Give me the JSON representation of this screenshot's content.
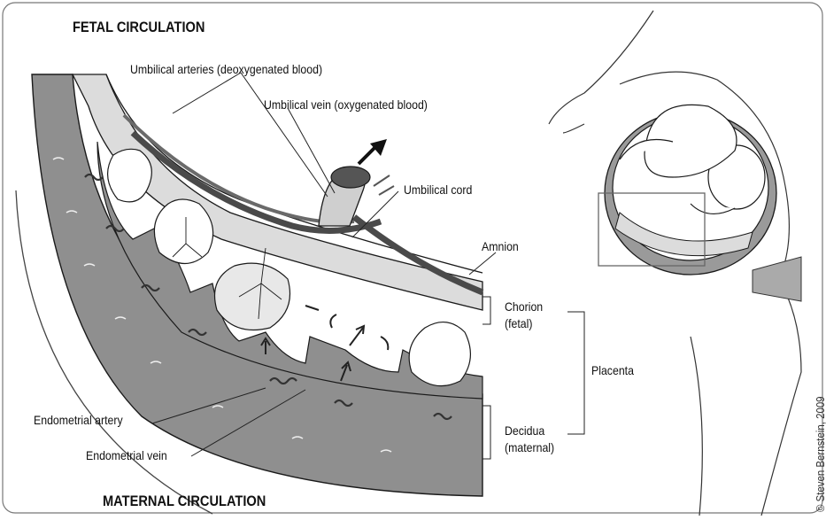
{
  "headings": {
    "fetal": "FETAL CIRCULATION",
    "maternal": "MATERNAL CIRCULATION"
  },
  "labels": {
    "umbilical_arteries": "Umbilical arteries (deoxygenated blood)",
    "umbilical_vein": "Umbilical vein (oxygenated blood)",
    "umbilical_cord": "Umbilical cord",
    "amnion": "Amnion",
    "chorion_line1": "Chorion",
    "chorion_line2": "(fetal)",
    "placenta": "Placenta",
    "decidua_line1": "Decidua",
    "decidua_line2": "(maternal)",
    "endometrial_artery": "Endometrial artery",
    "endometrial_vein": "Endometrial vein"
  },
  "copyright": "© Steven Bernstein, 2009",
  "colors": {
    "decidua_gray": "#8f8f8f",
    "chorion_light": "#dcdcdc",
    "vessel_dark": "#4a4a4a",
    "outline": "#1a1a1a",
    "frame": "#777777"
  }
}
